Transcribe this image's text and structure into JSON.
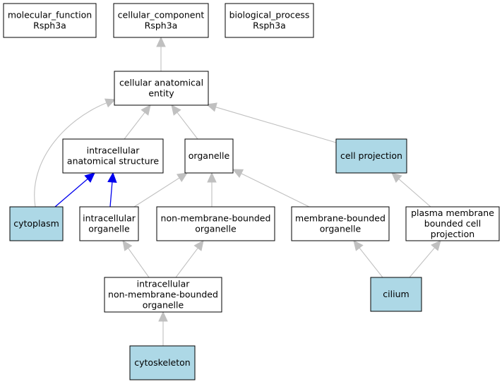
{
  "colors": {
    "node_fill_default": "#ffffff",
    "node_fill_highlight": "#add8e6",
    "node_stroke": "#000000",
    "edge_gray": "#c0c0c0",
    "edge_blue": "#0000ee"
  },
  "nodes": [
    {
      "id": "molecular_function",
      "lines": [
        "molecular_function",
        "Rsph3a"
      ],
      "highlight": false
    },
    {
      "id": "cellular_component",
      "lines": [
        "cellular_component",
        "Rsph3a"
      ],
      "highlight": false
    },
    {
      "id": "biological_process",
      "lines": [
        "biological_process",
        "Rsph3a"
      ],
      "highlight": false
    },
    {
      "id": "cellular_anatomical_entity",
      "lines": [
        "cellular anatomical",
        "entity"
      ],
      "highlight": false
    },
    {
      "id": "intracellular_anatomical_structure",
      "lines": [
        "intracellular",
        "anatomical structure"
      ],
      "highlight": false
    },
    {
      "id": "organelle",
      "lines": [
        "organelle"
      ],
      "highlight": false
    },
    {
      "id": "cell_projection",
      "lines": [
        "cell projection"
      ],
      "highlight": true
    },
    {
      "id": "cytoplasm",
      "lines": [
        "cytoplasm"
      ],
      "highlight": true
    },
    {
      "id": "intracellular_organelle",
      "lines": [
        "intracellular",
        "organelle"
      ],
      "highlight": false
    },
    {
      "id": "non_membrane_bounded_organelle",
      "lines": [
        "non-membrane-bounded",
        "organelle"
      ],
      "highlight": false
    },
    {
      "id": "membrane_bounded_organelle",
      "lines": [
        "membrane-bounded",
        "organelle"
      ],
      "highlight": false
    },
    {
      "id": "plasma_membrane_bounded_cell_projection",
      "lines": [
        "plasma membrane",
        "bounded cell",
        "projection"
      ],
      "highlight": false
    },
    {
      "id": "intracellular_non_membrane_bounded_organelle",
      "lines": [
        "intracellular",
        "non-membrane-bounded",
        "organelle"
      ],
      "highlight": false
    },
    {
      "id": "cilium",
      "lines": [
        "cilium"
      ],
      "highlight": true
    },
    {
      "id": "cytoskeleton",
      "lines": [
        "cytoskeleton"
      ],
      "highlight": true
    }
  ],
  "edges": [
    {
      "from": "cellular_anatomical_entity",
      "to": "cellular_component",
      "color": "gray"
    },
    {
      "from": "intracellular_anatomical_structure",
      "to": "cellular_anatomical_entity",
      "color": "gray"
    },
    {
      "from": "organelle",
      "to": "cellular_anatomical_entity",
      "color": "gray"
    },
    {
      "from": "cell_projection",
      "to": "cellular_anatomical_entity",
      "color": "gray"
    },
    {
      "from": "cytoplasm",
      "to": "cellular_anatomical_entity",
      "color": "gray"
    },
    {
      "from": "cytoplasm",
      "to": "intracellular_anatomical_structure",
      "color": "blue"
    },
    {
      "from": "intracellular_organelle",
      "to": "intracellular_anatomical_structure",
      "color": "blue"
    },
    {
      "from": "intracellular_organelle",
      "to": "organelle",
      "color": "gray"
    },
    {
      "from": "non_membrane_bounded_organelle",
      "to": "organelle",
      "color": "gray"
    },
    {
      "from": "membrane_bounded_organelle",
      "to": "organelle",
      "color": "gray"
    },
    {
      "from": "plasma_membrane_bounded_cell_projection",
      "to": "cell_projection",
      "color": "gray"
    },
    {
      "from": "intracellular_non_membrane_bounded_organelle",
      "to": "intracellular_organelle",
      "color": "gray"
    },
    {
      "from": "intracellular_non_membrane_bounded_organelle",
      "to": "non_membrane_bounded_organelle",
      "color": "gray"
    },
    {
      "from": "cilium",
      "to": "membrane_bounded_organelle",
      "color": "gray"
    },
    {
      "from": "cilium",
      "to": "plasma_membrane_bounded_cell_projection",
      "color": "gray"
    },
    {
      "from": "cytoskeleton",
      "to": "intracellular_non_membrane_bounded_organelle",
      "color": "gray"
    }
  ]
}
